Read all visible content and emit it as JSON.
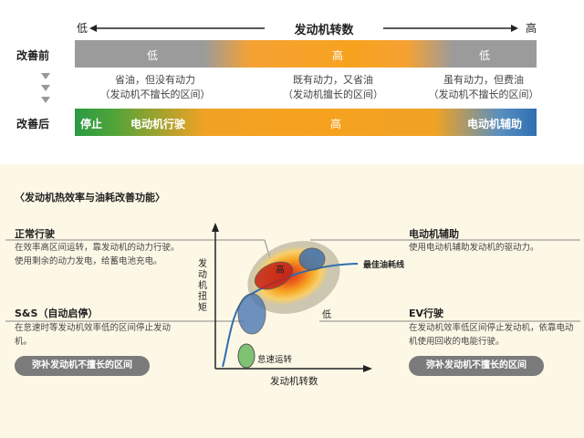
{
  "header": {
    "axis_low": "低",
    "axis_title": "发动机转数",
    "axis_high": "高"
  },
  "before": {
    "label": "改善前",
    "segments": [
      "低",
      "高",
      "低"
    ],
    "descriptions": [
      {
        "line1": "省油，但没有动力",
        "line2": "（发动机不擅长的区间）"
      },
      {
        "line1": "既有动力，又省油",
        "line2": "（发动机擅长的区间）"
      },
      {
        "line1": "虽有动力，但费油",
        "line2": "（发动机不擅长的区间）"
      }
    ]
  },
  "after": {
    "label": "改善后",
    "segments": [
      "停止",
      "电动机行驶",
      "高",
      "电动机辅助"
    ]
  },
  "section": {
    "title": "〈发动机热效率与油耗改善功能〉"
  },
  "left": {
    "normal": {
      "title": "正常行驶",
      "line1": "在效率高区间运转，靠发动机的动力行驶。",
      "line2": "使用剩余的动力发电，给蓄电池充电。"
    },
    "ss": {
      "title": "S&S（自动启停）",
      "line1": "在怠速时等发动机效率低的区间停止发动",
      "line2": "机。"
    },
    "pill": "弥补发动机不擅长的区间"
  },
  "right": {
    "assist": {
      "title": "电动机辅助",
      "line1": "使用电动机辅助发动机的驱动力。"
    },
    "ev": {
      "title": "EV行驶",
      "line1": "在发动机效率低区间停止发动机，依靠电动",
      "line2": "机使用回收的电能行驶。"
    },
    "pill": "弥补发动机不擅长的区间"
  },
  "diagram": {
    "y_axis": "发动机扭矩",
    "x_axis": "发动机转数",
    "high": "高",
    "low": "低",
    "best_line": "最佳油耗线",
    "idle": "怠速运转"
  },
  "colors": {
    "gray": "#9b9b9b",
    "orange": "#f7a21e",
    "green": "#2a9a43",
    "blue": "#2d6fb2",
    "bg_bottom": "#fdf8e6"
  }
}
